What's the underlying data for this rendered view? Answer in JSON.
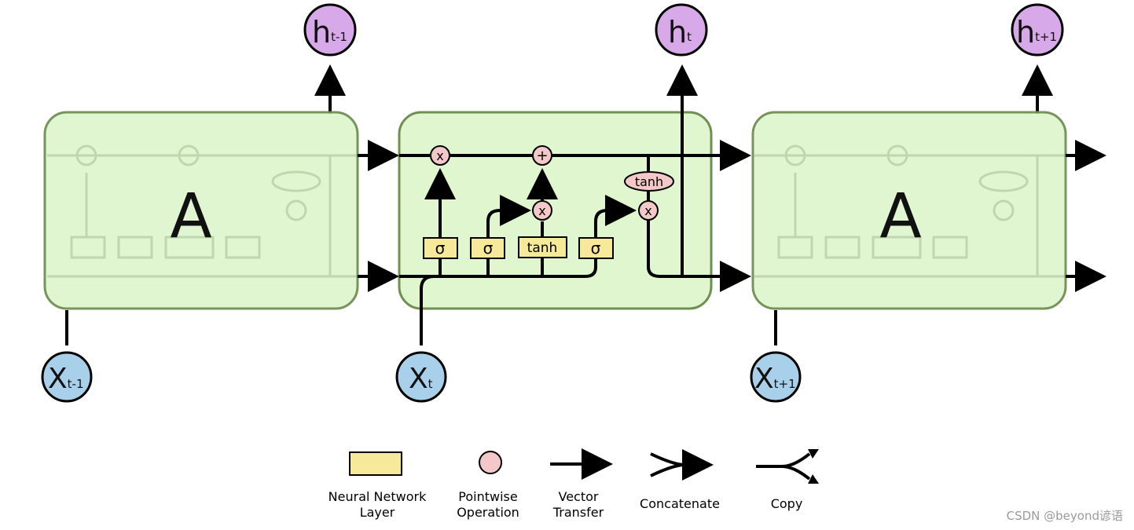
{
  "cells": {
    "left_label": "A",
    "right_label": "A"
  },
  "inputs": [
    {
      "base": "X",
      "sub": "t-1"
    },
    {
      "base": "X",
      "sub": "t"
    },
    {
      "base": "X",
      "sub": "t+1"
    }
  ],
  "outputs": [
    {
      "base": "h",
      "sub": "t-1"
    },
    {
      "base": "h",
      "sub": "t"
    },
    {
      "base": "h",
      "sub": "t+1"
    }
  ],
  "gates": {
    "forget": "σ",
    "input": "σ",
    "candidate": "tanh",
    "output": "σ",
    "cell_tanh": "tanh"
  },
  "ops": {
    "forget_mul": "x",
    "add": "+",
    "input_mul": "x",
    "output_mul": "x"
  },
  "legend": {
    "neural_network_layer": [
      "Neural Network",
      "Layer"
    ],
    "pointwise_operation": [
      "Pointwise",
      "Operation"
    ],
    "vector_transfer": [
      "Vector",
      "Transfer"
    ],
    "concatenate": "Concatenate",
    "copy": "Copy"
  },
  "watermark": "CSDN @beyond谚语",
  "colors": {
    "cell_fill": "#dff6cf",
    "cell_border": "#6f8f53",
    "gate_fill": "#f6e99a",
    "op_fill": "#f4c8c9",
    "input_fill": "#a9d0ea",
    "output_fill": "#d8a9e8",
    "line": "#000000"
  }
}
